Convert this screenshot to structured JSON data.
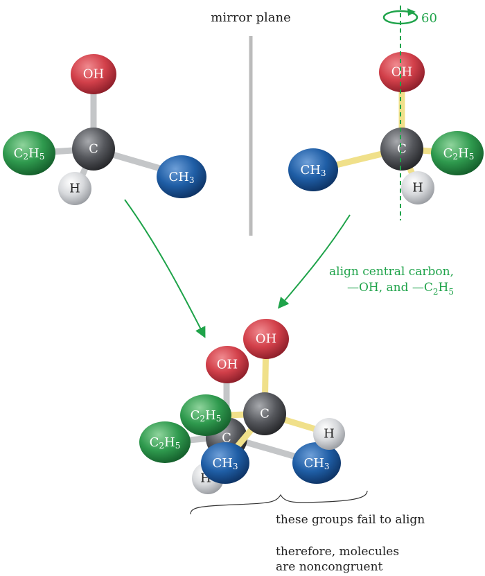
{
  "colors": {
    "oxygen": "#d2404a",
    "carbon": "#55575c",
    "ethyl": "#2f9a4e",
    "methyl": "#1f5ea6",
    "hydrogen": "#d6d8db",
    "bond_gray": "#c4c6c8",
    "bond_yellow": "#f0e08a",
    "accent_green": "#1fa34a",
    "mirror_line": "#bbbbbb"
  },
  "labels": {
    "mirror_plane": "mirror plane",
    "rotation_angle": "60",
    "align_line1": "align central carbon,",
    "align_line2_a": "—OH, and —C",
    "align_line2_sub": "2",
    "align_line2_b": "H",
    "align_line2_sub2": "5",
    "fail_text": "these groups fail to align",
    "therefore_line1": "therefore, molecules",
    "therefore_line2": "are noncongruent"
  },
  "atoms": {
    "oh": "OH",
    "c": "C",
    "h": "H",
    "c2h5_c": "C",
    "c2h5_sub1": "2",
    "c2h5_h": "H",
    "c2h5_sub2": "5",
    "ch3_ch": "CH",
    "ch3_sub": "3"
  }
}
